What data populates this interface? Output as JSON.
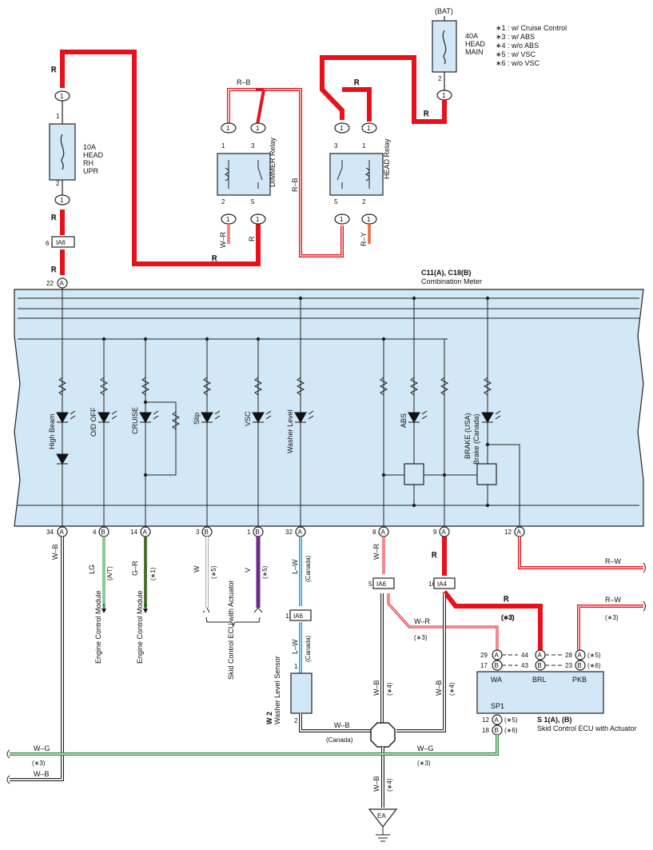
{
  "legend": {
    "items": [
      "∗1 : w/ Cruise Control",
      "∗3 : w/ ABS",
      "∗4 : w/o ABS",
      "∗5 : w/ VSC",
      "∗6 : w/o VSC"
    ]
  },
  "battery": {
    "label": "(BAT)"
  },
  "fuses": {
    "main": [
      "40A",
      "HEAD",
      "MAIN"
    ],
    "rh_upr": [
      "10A",
      "HEAD",
      "RH",
      "UPR"
    ]
  },
  "relays": {
    "dimmer": "DIMMER Relay",
    "head": "HEAD Relay"
  },
  "connectors": {
    "ia6": "IA6",
    "ia4": "IA4"
  },
  "meter": {
    "code": "C11(A), C18(B)",
    "name": "Combination Meter"
  },
  "indicators": [
    "High Beam",
    "O/D OFF",
    "CRUISE",
    "Slip",
    "VSC",
    "Washer Level",
    "ABS",
    "BRAKE (USA)",
    "Brake (Canada)"
  ],
  "bottom_pins": [
    "34",
    "4",
    "14",
    "3",
    "1",
    "32",
    "8",
    "9",
    "12"
  ],
  "bottom_pin_letters": [
    "A",
    "B",
    "A",
    "B",
    "B",
    "A",
    "A",
    "A",
    "A"
  ],
  "wire_colors": {
    "R": "R",
    "RB": "R–B",
    "WR": "W–R",
    "RY": "R–Y",
    "WB": "W–B",
    "LG": "LG",
    "GR": "G–R",
    "W": "W",
    "V": "V",
    "LW": "L–W",
    "RW": "R–W",
    "WG": "W–G"
  },
  "notes": {
    "at": "(A/T)",
    "s1": "(∗1)",
    "s3": "(∗3)",
    "s4": "(∗4)",
    "s5": "(∗5)",
    "s6": "(∗6)",
    "canada": "(Canada)"
  },
  "destinations": {
    "ecm": "Engine Control Module",
    "skid_ecu": "Skid Control ECU with Actuator",
    "washer_sensor_code": "W 2",
    "washer_sensor": "Washer Level Sensor",
    "skid_code": "S 1(A), (B)",
    "ground": "EA"
  },
  "ecu_pins": {
    "wa": "WA",
    "brl": "BRL",
    "pkb": "PKB",
    "sp1": "SP1"
  },
  "colors": {
    "red_wire": "#e8101a",
    "blue_wire": "#1a9ad8",
    "purple_wire": "#6a2b8c",
    "green_wire": "#2e8b3c",
    "lightgreen_wire": "#8cc89a",
    "panel": "#d3e8f6"
  }
}
